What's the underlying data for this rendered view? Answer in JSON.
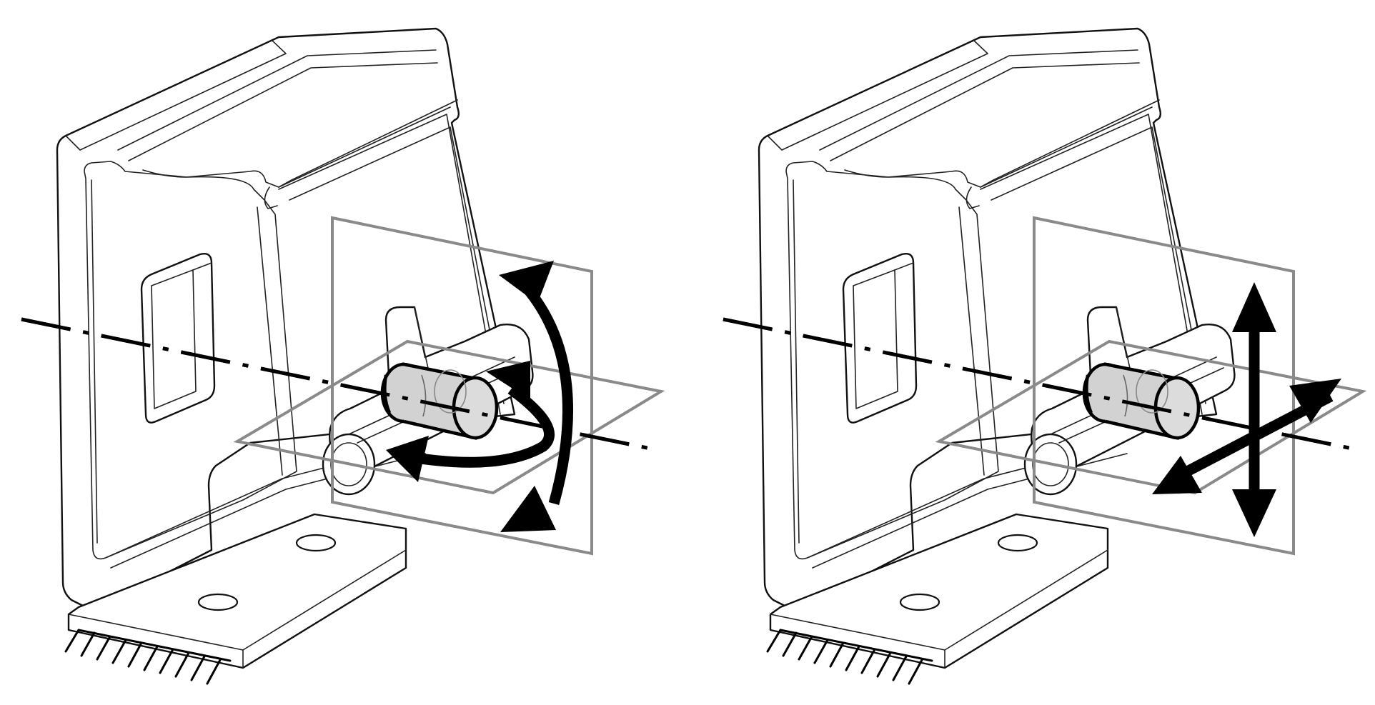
{
  "figure": {
    "panels": [
      {
        "id": "left",
        "motion": "rotation"
      },
      {
        "id": "right",
        "motion": "translation"
      }
    ],
    "colors": {
      "line": "#111111",
      "plane": "#8a8a8a",
      "pin_fill": "#d2d2d2",
      "arrow": "#000000",
      "background": "#ffffff"
    }
  }
}
